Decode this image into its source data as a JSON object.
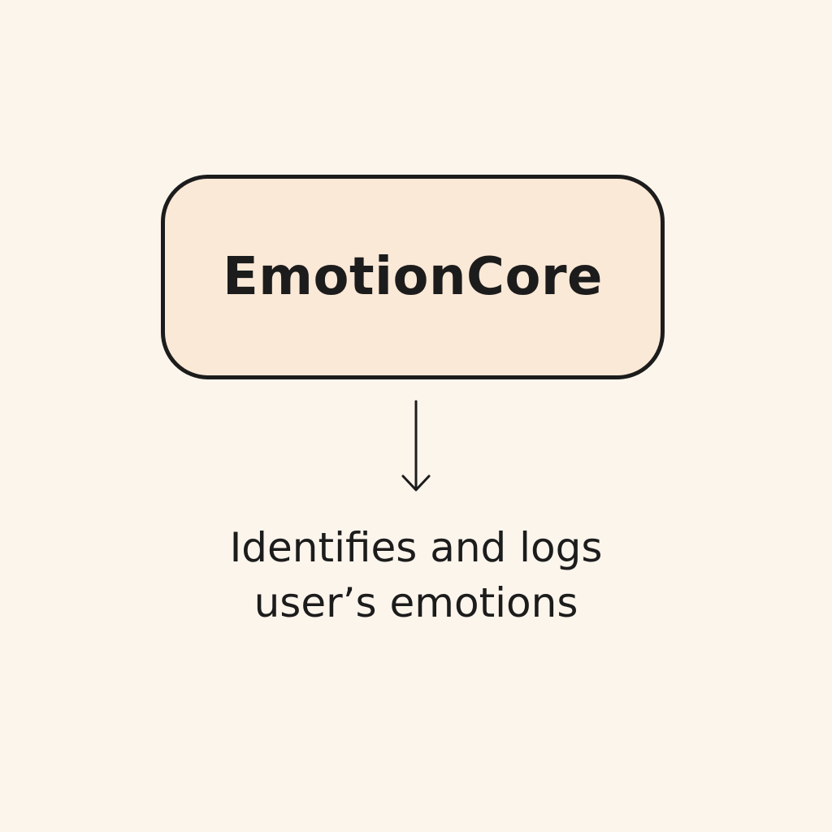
{
  "node": {
    "title": "EmotionCore"
  },
  "description": {
    "line1": "Identifies and logs",
    "line2": "user’s emotions"
  },
  "colors": {
    "background": "#fcf5ec",
    "box_fill": "#fbe9d7",
    "stroke": "#1c1c1c"
  },
  "icons": {
    "connector": "arrow-down-icon"
  }
}
